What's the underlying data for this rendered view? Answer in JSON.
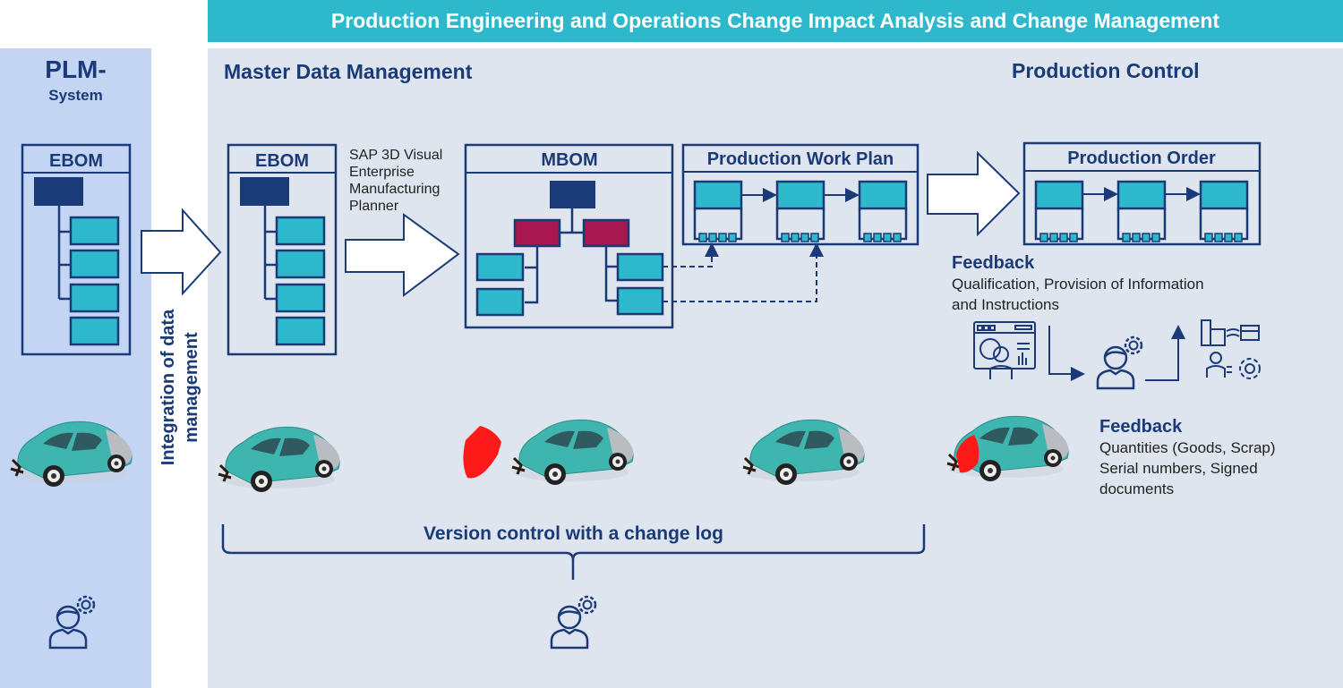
{
  "banner": {
    "title": "Production Engineering and Operations Change Impact Analysis and Change Management"
  },
  "plm": {
    "title": "PLM-",
    "subtitle": "System",
    "ebom_label": "EBOM"
  },
  "integration_label": {
    "line1": "Integration of data",
    "line2": "management"
  },
  "master_data": {
    "title": "Master Data Management",
    "ebom_label": "EBOM",
    "tool_label": [
      "SAP 3D Visual",
      "Enterprise",
      "Manufacturing",
      "Planner"
    ],
    "mbom_label": "MBOM",
    "work_plan_label": "Production Work Plan"
  },
  "production_control": {
    "title": "Production Control",
    "order_label": "Production Order",
    "feedback1": {
      "title": "Feedback",
      "lines": [
        "Qualification, Provision of Information",
        "and Instructions"
      ]
    },
    "feedback2": {
      "title": "Feedback",
      "lines": [
        "Quantities (Goods, Scrap)",
        "Serial numbers, Signed",
        "documents"
      ]
    }
  },
  "version_control": {
    "label": "Version control with a change log"
  },
  "colors": {
    "navy": "#1a3a78",
    "cyan": "#2eb8cc",
    "crimson": "#a8174f",
    "plm_bg": "#c3d5f2",
    "main_bg": "#dfe5ee",
    "car_body": "#3fb5b0",
    "car_highlight": "#ff1a1a"
  },
  "icons": [
    "engineer-gear-icon",
    "dashboard-presentation-icon",
    "factory-worker-gear-icon",
    "car-model-image"
  ]
}
